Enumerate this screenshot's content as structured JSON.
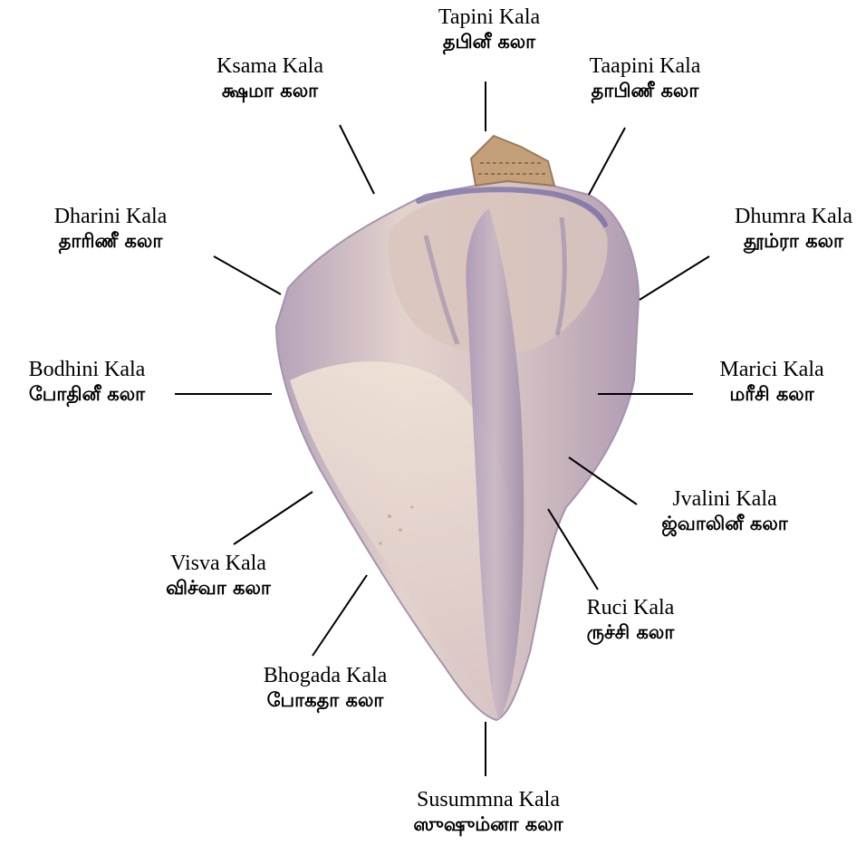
{
  "labels": [
    {
      "id": "tapini",
      "english": "Tapini Kala",
      "tamil": "தபினீ கலா"
    },
    {
      "id": "ksama",
      "english": "Ksama Kala",
      "tamil": "க்ஷமா கலா"
    },
    {
      "id": "taapini",
      "english": "Taapini Kala",
      "tamil": "தாபிணீ கலா"
    },
    {
      "id": "dharini",
      "english": "Dharini Kala",
      "tamil": "தாரிணீ கலா"
    },
    {
      "id": "dhumra",
      "english": "Dhumra Kala",
      "tamil": "தூம்ரா கலா"
    },
    {
      "id": "bodhini",
      "english": "Bodhini Kala",
      "tamil": "போதினீ கலா"
    },
    {
      "id": "marici",
      "english": "Marici Kala",
      "tamil": "மரீசி கலா"
    },
    {
      "id": "jvalini",
      "english": "Jvalini Kala",
      "tamil": "ஜ்வாலினீ கலா"
    },
    {
      "id": "visva",
      "english": "Visva Kala",
      "tamil": "விச்வா கலா"
    },
    {
      "id": "ruci",
      "english": "Ruci Kala",
      "tamil": "ருச்சி கலா"
    },
    {
      "id": "bhogada",
      "english": "Bhogada Kala",
      "tamil": "போகதா கலா"
    },
    {
      "id": "susummna",
      "english": "Susummna Kala",
      "tamil": "ஸுஷும்னா கலா"
    }
  ],
  "colors": {
    "shell_light": "#ecdcd0",
    "shell_mid": "#c9b3c3",
    "shell_shadow": "#a391ad",
    "shell_apex": "#b08a64",
    "leader_line": "#000000"
  }
}
